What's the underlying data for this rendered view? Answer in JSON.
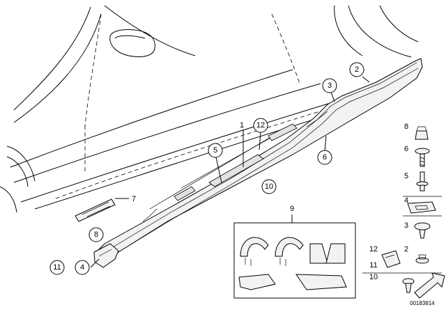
{
  "callouts": {
    "c1": "1",
    "c2": "2",
    "c3": "3",
    "c4": "4",
    "c5": "5",
    "c6": "6",
    "c7": "7",
    "c8": "8",
    "c9": "9",
    "c10": "10",
    "c11": "11",
    "c12": "12"
  },
  "legend": {
    "l8": "8",
    "l6": "6",
    "l5": "5",
    "l4": "4",
    "l3": "3",
    "l12": "12",
    "l11": "11",
    "l2": "2",
    "l10": "10"
  },
  "drawing_id": "00183814"
}
